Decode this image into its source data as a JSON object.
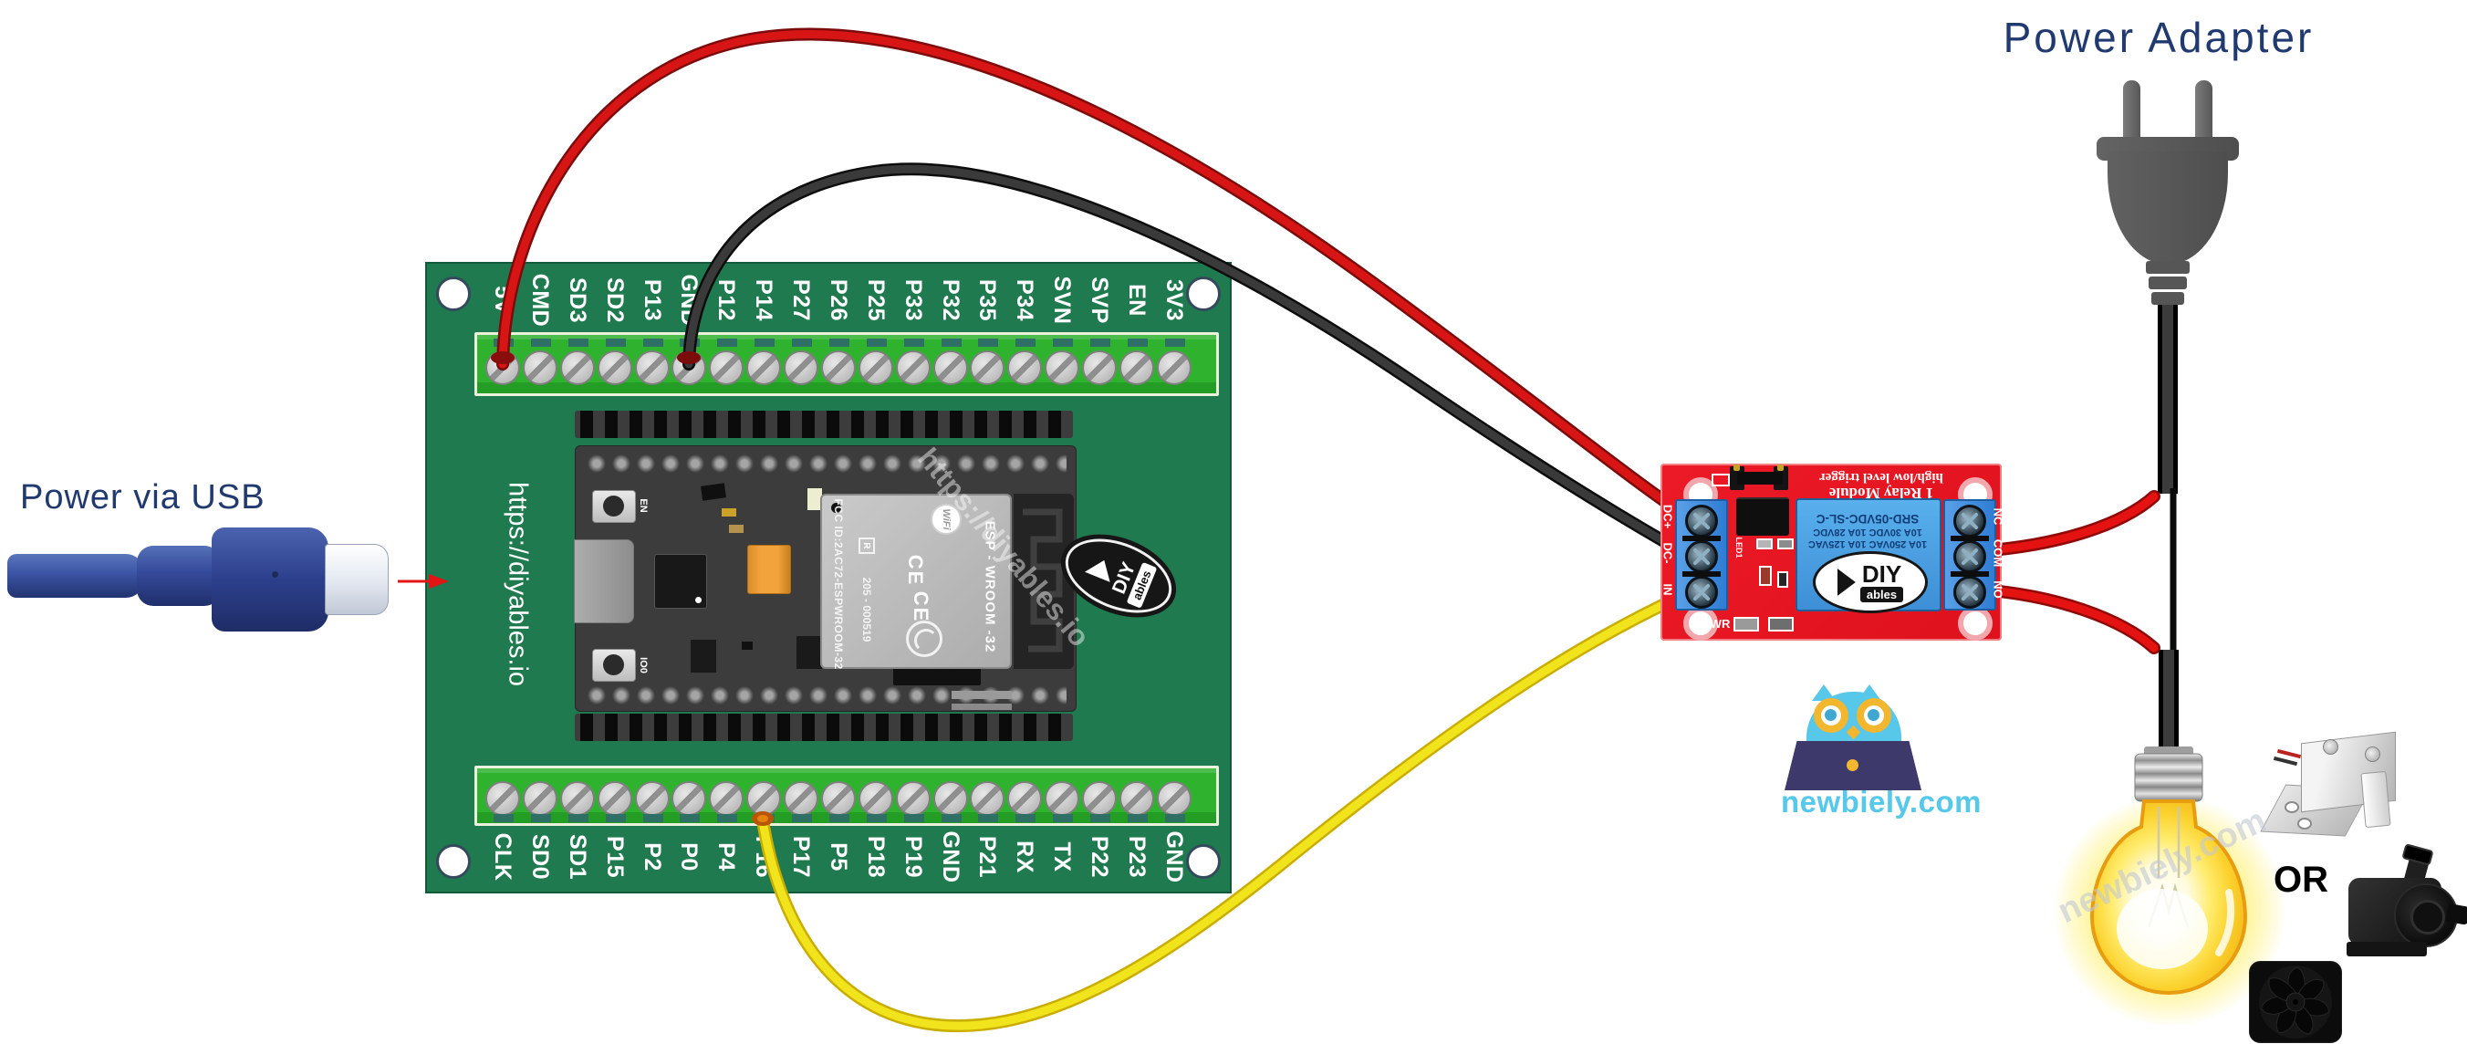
{
  "titles": {
    "power_adapter": "Power Adapter",
    "power_via_usb": "Power via USB",
    "or_label": "OR"
  },
  "watermarks": {
    "diyables": "https://diyables.io",
    "newbiely": "newbiely.com"
  },
  "branding": {
    "newbiely_site": "newbiely.com",
    "diyables_logo": {
      "line1": "DIY",
      "line2": "ables"
    }
  },
  "board": {
    "url_text": "https://diyables.io",
    "pins_top": [
      "5V",
      "CMD",
      "SD3",
      "SD2",
      "P13",
      "GND",
      "P12",
      "P14",
      "P27",
      "P26",
      "P25",
      "P33",
      "P32",
      "P35",
      "P34",
      "SVN",
      "SVP",
      "EN",
      "3V3"
    ],
    "pins_bottom": [
      "CLK",
      "SD0",
      "SD1",
      "P15",
      "P2",
      "P0",
      "P4",
      "P16",
      "P17",
      "P5",
      "P18",
      "P19",
      "GND",
      "P21",
      "RX",
      "TX",
      "P22",
      "P23",
      "GND"
    ],
    "module": {
      "en_label": "EN",
      "boot_label": "IO0",
      "fcc_text": "FCC ID:2AC72-ESPWROOM-32",
      "reg_mark": "R",
      "serial_text": "205 - 000519",
      "wifi_text": "WiFi",
      "esp_text": "ESP - WROOM -32",
      "ce_text": "CE"
    }
  },
  "relay": {
    "title_line1": "1 Relay Module",
    "title_line2": "high/low level trigger",
    "relay_line1": "10A 250VAC  10A 125VAC",
    "relay_line2": "10A 30VDC  10A 28VDC",
    "relay_line3": "SRD-05VDC-SL-C",
    "left_terminals": [
      "DC+",
      "DC-",
      "IN"
    ],
    "right_terminals": [
      "NC",
      "COM",
      "NO"
    ],
    "pwr_label": "PWR",
    "led_label": "LED1"
  },
  "colors": {
    "board_green": "#1F7A4F",
    "strip_green": "#2FB32F",
    "pcb_red": "#E8131F",
    "relay_blue": "#4AA0E0",
    "terminal_blue": "#2F7FD9",
    "wire_red": "#D81515",
    "wire_black": "#262626",
    "wire_yellow": "#F2E41C",
    "navy_text": "#203A70",
    "newbiely_blue": "#56C8EC"
  }
}
